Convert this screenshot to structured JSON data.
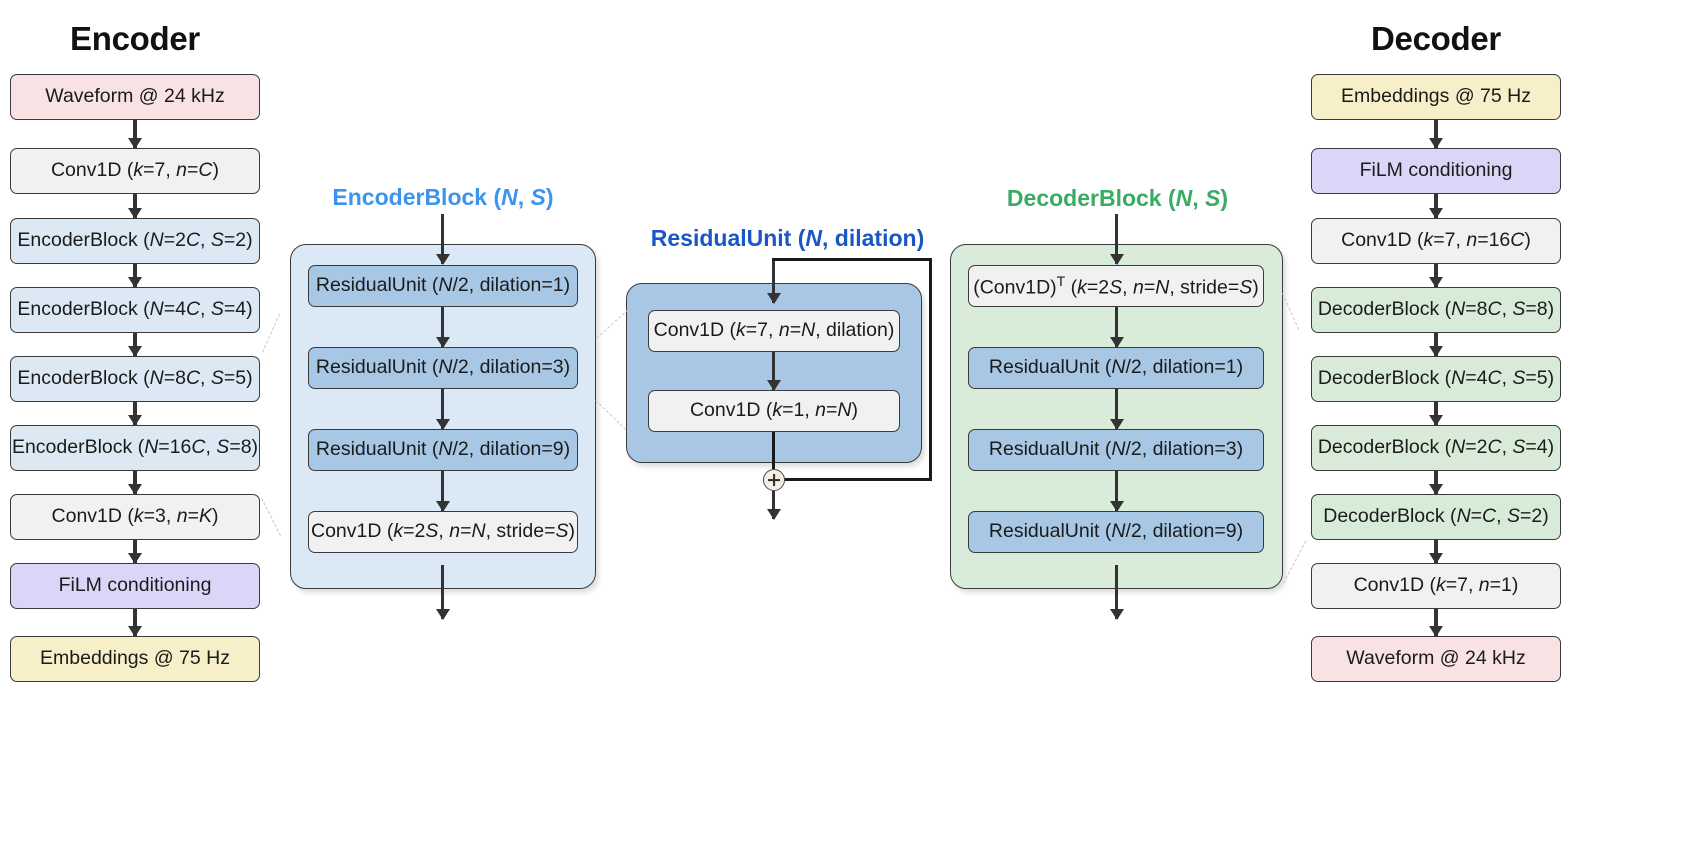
{
  "diagram": {
    "title_encoder": "Encoder",
    "title_decoder": "Decoder"
  },
  "encoder_column": {
    "heading": "Encoder",
    "nodes": [
      {
        "label": "Waveform @ 24 kHz",
        "color": "pink"
      },
      {
        "label": "Conv1D (k=7, n=C)",
        "color": "grey"
      },
      {
        "label": "EncoderBlock (N=2C, S=2)",
        "color": "blue"
      },
      {
        "label": "EncoderBlock (N=4C, S=4)",
        "color": "blue"
      },
      {
        "label": "EncoderBlock (N=8C, S=5)",
        "color": "blue"
      },
      {
        "label": "EncoderBlock (N=16C, S=8)",
        "color": "blue"
      },
      {
        "label": "Conv1D (k=3, n=K)",
        "color": "grey"
      },
      {
        "label": "FiLM conditioning",
        "color": "purple"
      },
      {
        "label": "Embeddings @ 75 Hz",
        "color": "yellow"
      }
    ]
  },
  "encoder_block_panel": {
    "title": "EncoderBlock (N, S)",
    "title_color": "#3d93f0",
    "nodes": [
      {
        "label": "ResidualUnit (N/2, dilation=1)",
        "color": "steel"
      },
      {
        "label": "ResidualUnit (N/2, dilation=3)",
        "color": "steel"
      },
      {
        "label": "ResidualUnit (N/2, dilation=9)",
        "color": "steel"
      },
      {
        "label": "Conv1D (k=2S, n=N, stride=S)",
        "color": "grey"
      }
    ]
  },
  "residual_unit_panel": {
    "title": "ResidualUnit (N, dilation)",
    "title_color": "#1a56c4",
    "nodes": [
      {
        "label": "Conv1D (k=7, n=N, dilation)",
        "color": "grey"
      },
      {
        "label": "Conv1D (k=1, n=N)",
        "color": "grey"
      }
    ],
    "sum_symbol": "+"
  },
  "decoder_block_panel": {
    "title": "DecoderBlock (N, S)",
    "title_color": "#3aab62",
    "nodes": [
      {
        "label": "(Conv1D)T (k=2S, n=N, stride=S)",
        "color": "grey"
      },
      {
        "label": "ResidualUnit (N/2, dilation=1)",
        "color": "steel"
      },
      {
        "label": "ResidualUnit (N/2, dilation=3)",
        "color": "steel"
      },
      {
        "label": "ResidualUnit (N/2, dilation=9)",
        "color": "steel"
      }
    ]
  },
  "decoder_column": {
    "heading": "Decoder",
    "nodes": [
      {
        "label": "Embeddings @ 75 Hz",
        "color": "yellow"
      },
      {
        "label": "FiLM conditioning",
        "color": "purple"
      },
      {
        "label": "Conv1D (k=7, n=16C)",
        "color": "grey"
      },
      {
        "label": "DecoderBlock (N=8C, S=8)",
        "color": "green"
      },
      {
        "label": "DecoderBlock (N=4C, S=5)",
        "color": "green"
      },
      {
        "label": "DecoderBlock (N=2C, S=4)",
        "color": "green"
      },
      {
        "label": "DecoderBlock (N=C, S=2)",
        "color": "green"
      },
      {
        "label": "Conv1D (k=7, n=1)",
        "color": "grey"
      },
      {
        "label": "Waveform @ 24 kHz",
        "color": "pink"
      }
    ]
  },
  "colors": {
    "pink": "#f8e2e4",
    "grey": "#f1f1f1",
    "blue": "#dce9f5",
    "purple": "#ddd5f7",
    "yellow": "#f6efc8",
    "green": "#d7ebd8",
    "steel": "#a8c7e5",
    "arrow": "#333333",
    "encoder_accent": "#3d93f0",
    "residual_accent": "#1a56c4",
    "decoder_accent": "#3aab62"
  }
}
